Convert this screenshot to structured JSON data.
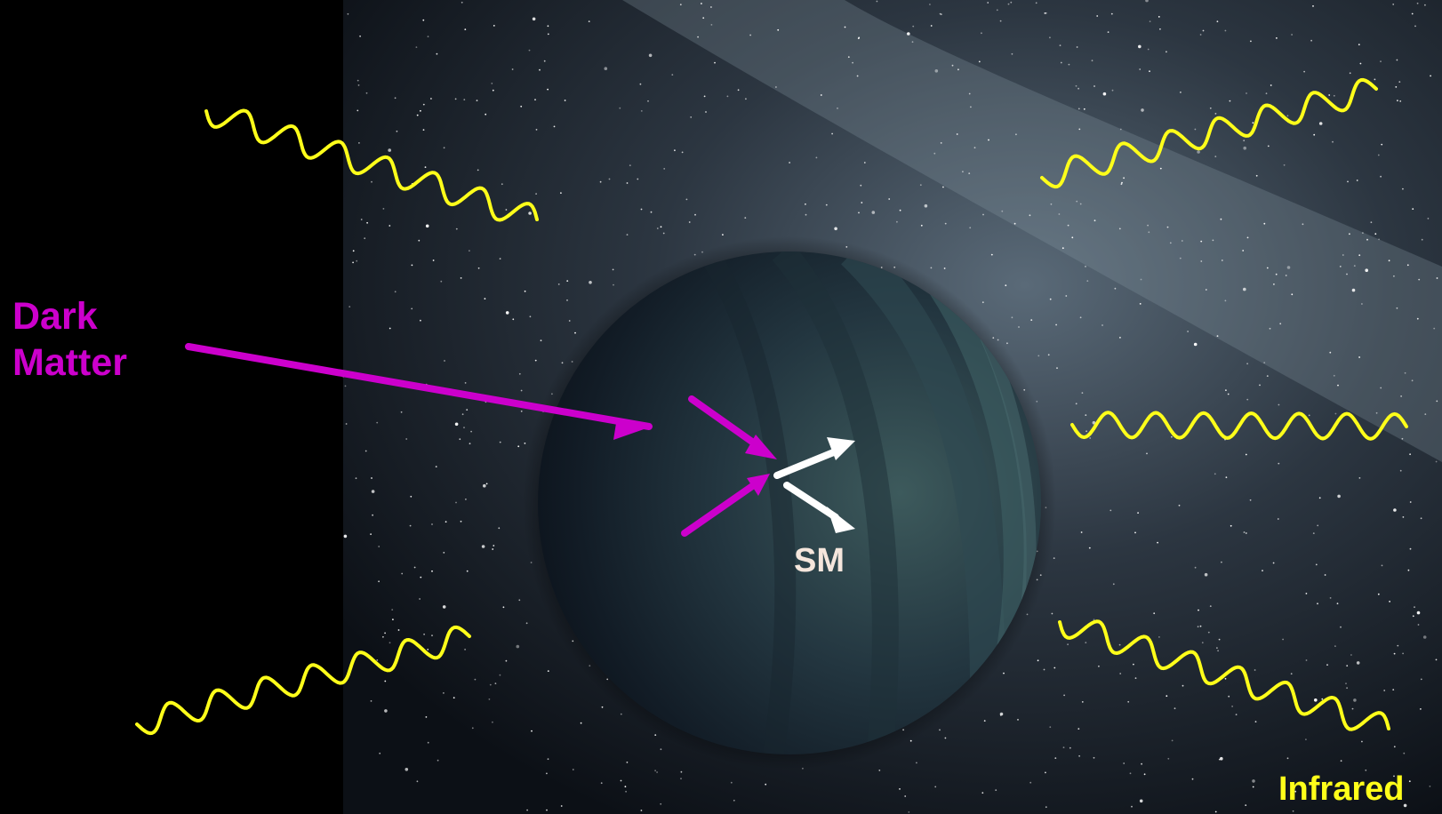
{
  "labels": {
    "dark_matter": [
      "Dark",
      "Matter"
    ],
    "sm": "SM",
    "infrared": "Infrared"
  },
  "colors": {
    "background": "#000000",
    "dark_matter": "#cc00cc",
    "sm": "#f5e6dc",
    "infrared": "#ffff1a",
    "planet": "#1b2a33"
  }
}
